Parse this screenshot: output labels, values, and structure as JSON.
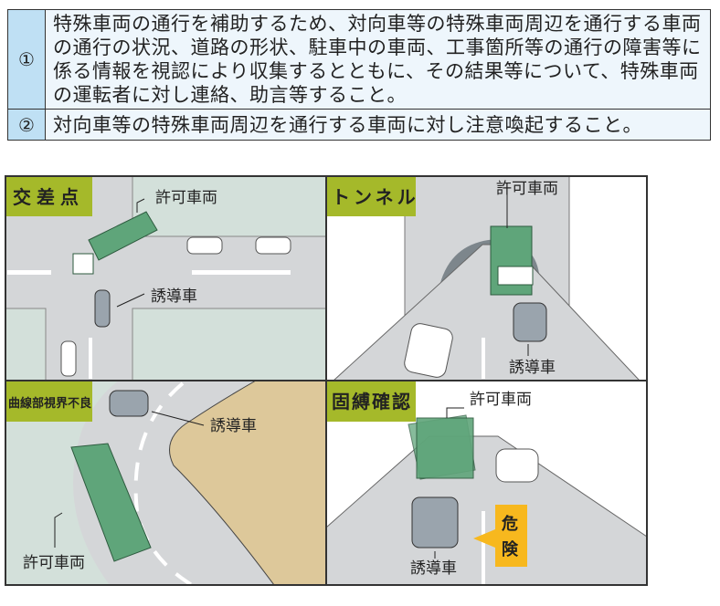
{
  "table": {
    "rows": [
      {
        "number": "①",
        "text": "特殊車両の通行を補助するため、対向車等の特殊車両周辺を通行する車両の通行の状況、道路の形状、駐車中の車両、工事箇所等の通行の障害等に係る情報を視認により収集するとともに、その結果等について、特殊車両の運転者に対し連絡、助言等すること。"
      },
      {
        "number": "②",
        "text": "対向車等の特殊車両周辺を通行する車両に対し注意喚起すること。"
      }
    ]
  },
  "panels": {
    "intersection": {
      "title": "交差点",
      "truck_label": "許可車両",
      "guide_label": "誘導車"
    },
    "tunnel": {
      "title": "トンネル",
      "truck_label": "許可車両",
      "guide_label": "誘導車"
    },
    "curve": {
      "title": "曲線部視界不良",
      "truck_label": "許可車両",
      "guide_label": "誘導車"
    },
    "securing": {
      "title": "固縛確認",
      "truck_label": "許可車両",
      "guide_label": "誘導車",
      "danger_1": "危",
      "danger_2": "険"
    }
  },
  "colors": {
    "label_bg": "#a5b92a",
    "truck": "#5fa57a",
    "danger": "#f7b81e",
    "sand": "#ddc89a"
  }
}
